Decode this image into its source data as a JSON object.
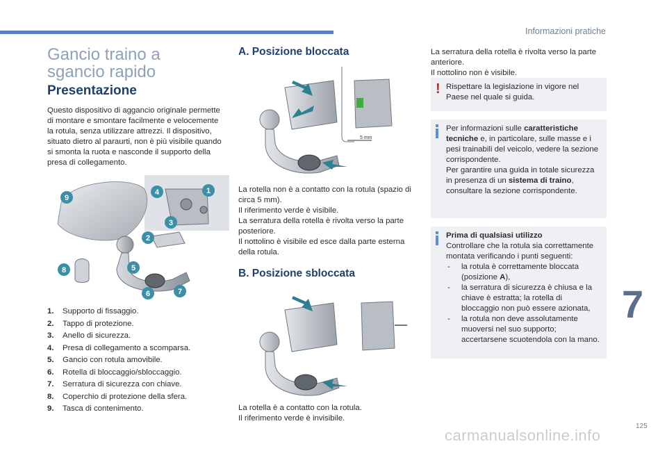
{
  "header": {
    "section": "Informazioni pratiche"
  },
  "page_title": "Gancio traino a sgancio rapido",
  "presentation": {
    "heading": "Presentazione",
    "text": "Questo dispositivo di aggancio originale permette di montare e smontare facilmente e velocemente la rotula, senza utilizzare attrezzi. Il dispositivo, situato dietro al paraurti, non è più visibile quando si smonta la ruota e nasconde il supporto della presa di collegamento."
  },
  "figure_markers": [
    "1",
    "2",
    "3",
    "4",
    "5",
    "6",
    "7",
    "8",
    "9"
  ],
  "parts": [
    {
      "num": "1.",
      "label": "Supporto di fissaggio."
    },
    {
      "num": "2.",
      "label": "Tappo di protezione."
    },
    {
      "num": "3.",
      "label": "Anello di sicurezza."
    },
    {
      "num": "4.",
      "label": "Presa di collegamento a scomparsa."
    },
    {
      "num": "5.",
      "label": "Gancio con rotula amovibile."
    },
    {
      "num": "6.",
      "label": "Rotella di bloccaggio/sbloccaggio."
    },
    {
      "num": "7.",
      "label": "Serratura di sicurezza con chiave."
    },
    {
      "num": "8.",
      "label": "Coperchio di protezione della sfera."
    },
    {
      "num": "9.",
      "label": "Tasca di contenimento."
    }
  ],
  "locked": {
    "heading": "A. Posizione bloccata",
    "measure": "5 mm",
    "caption": [
      "La rotella non è a contatto con la rotula (spazio di circa 5 mm).",
      "Il riferimento verde è visibile.",
      "La serratura della rotella è rivolta verso la parte posteriore.",
      "Il nottolino è visibile ed esce dalla parte esterna della rotula."
    ]
  },
  "unlocked": {
    "heading": "B. Posizione sbloccata",
    "caption": [
      "La rotella è a contatto con la rotula.",
      "Il riferimento verde è invisibile."
    ]
  },
  "right_column": {
    "intro": [
      "La serratura della rotella è rivolta verso la parte anteriore.",
      "Il nottolino non è visibile."
    ],
    "warning": "Rispettare la legislazione in vigore nel Paese nel quale si guida.",
    "info1": {
      "pre": "Per informazioni sulle ",
      "bold1": "caratteristiche tecniche",
      "mid": " e, in particolare, sulle masse e i pesi trainabili del veicolo, vedere la sezione corrispondente.",
      "line2_pre": "Per garantire una guida in totale sicurezza in presenza di un ",
      "bold2": "sistema di traino",
      "line2_post": ", consultare la sezione corrispondente."
    },
    "info2": {
      "title": "Prima di qualsiasi utilizzo",
      "intro": "Controllare che la rotula sia correttamente montata verificando i punti seguenti:",
      "items": [
        {
          "pre": "la rotula è correttamente bloccata (posizione ",
          "bold": "A",
          "post": "),"
        },
        {
          "pre": "la serratura di sicurezza è chiusa e la chiave è estratta; la rotella di bloccaggio non può essere azionata,",
          "bold": "",
          "post": ""
        },
        {
          "pre": "la rotula non deve assolutamente muoversi nel suo supporto; accertarsene scuotendola con la mano.",
          "bold": "",
          "post": ""
        }
      ]
    }
  },
  "chapter_number": "7",
  "page_number": "125",
  "watermark": "carmanualsonline.info",
  "colors": {
    "accent_blue": "#5b7dc6",
    "heading_navy": "#1f3f6e",
    "marker_teal": "#3d8fa8",
    "warning_red": "#d01f2a",
    "green_reference": "#3fae3f",
    "arrow_teal": "#2e7f8f"
  }
}
